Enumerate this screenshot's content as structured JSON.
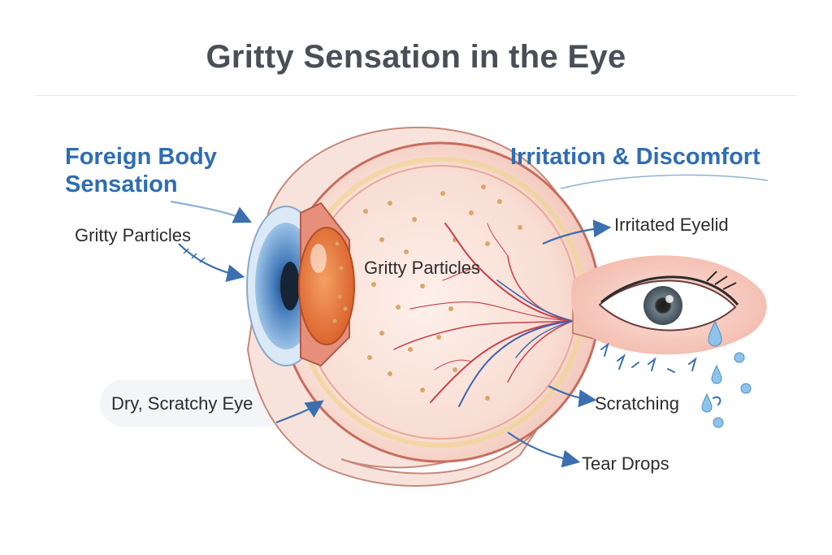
{
  "title": "Gritty Sensation in the Eye",
  "headings": {
    "left_line1": "Foreign Body",
    "left_line2": "Sensation",
    "right": "Irritation & Discomfort"
  },
  "labels": {
    "gritty_particles_outer": "Gritty Particles",
    "gritty_particles_inner": "Gritty Particles",
    "dry_scratchy_eye": "Dry, Scratchy Eye",
    "irritated_eyelid": "Irritated Eyelid",
    "scratching": "Scratching",
    "tear_drops": "Tear Drops"
  },
  "colors": {
    "heading_blue": "#2f6db3",
    "arrow_blue": "#3b6fb0",
    "sclera_pink": "#f6c9c0",
    "iris_blue": "#3f78b8",
    "lens_orange": "#e67a3c",
    "vessel_red": "#c9414a",
    "vessel_blue": "#3d62b0",
    "tear_blue": "#8fc3ea"
  },
  "icons": [
    "gritty-particle-dots",
    "blood-vessel-network",
    "tear-drop-icon",
    "scratch-mark-icon",
    "arrow-icon"
  ]
}
